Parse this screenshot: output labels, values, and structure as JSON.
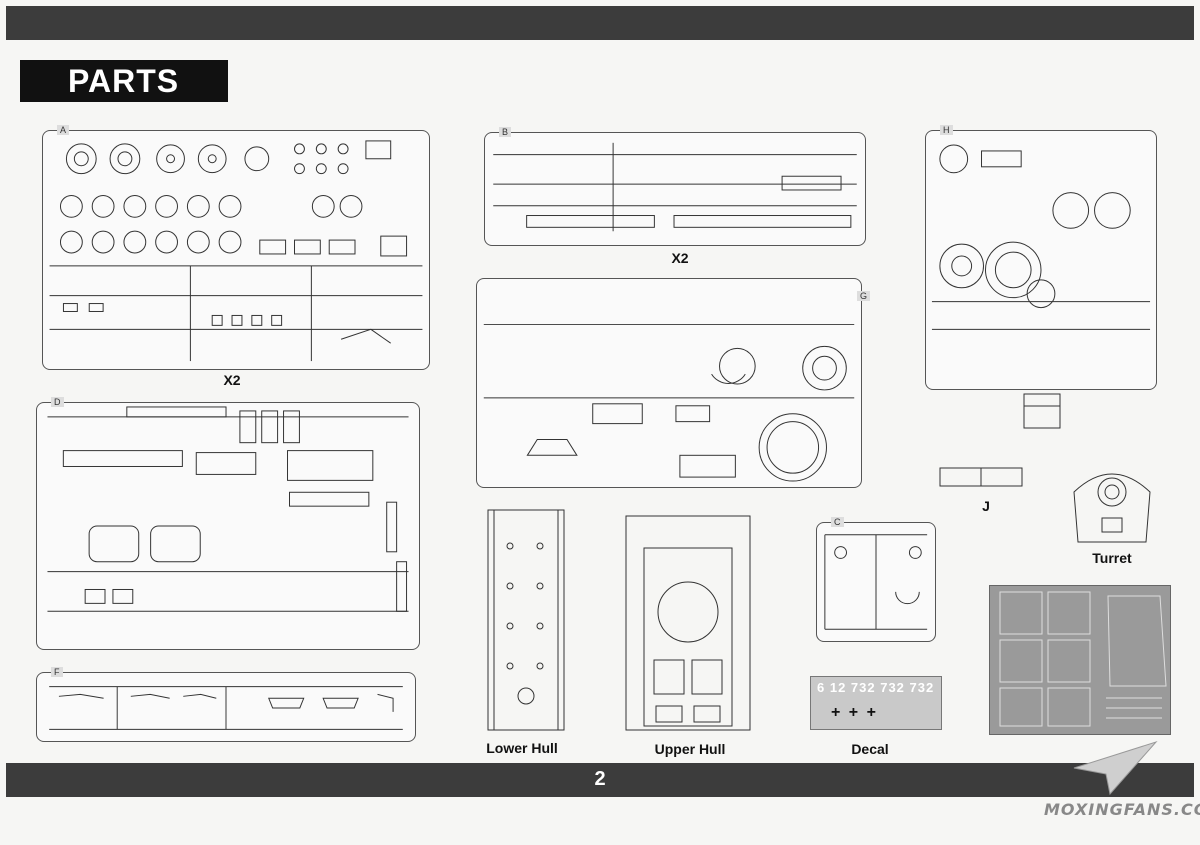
{
  "header": {
    "title": "PARTS"
  },
  "sprues": {
    "A": {
      "letter": "A",
      "multiplier": "X2"
    },
    "B": {
      "letter": "B",
      "multiplier": "X2"
    },
    "H": {
      "letter": "H"
    },
    "D": {
      "letter": "D"
    },
    "F": {
      "letter": "F"
    },
    "G": {
      "letter": "G"
    },
    "C": {
      "letter": "C"
    }
  },
  "labels": {
    "j": "J",
    "turret": "Turret",
    "lower_hull": "Lower Hull",
    "upper_hull": "Upper Hull",
    "decal": "Decal"
  },
  "decal": {
    "top_text": "6 12 732 732 732",
    "crosses": "+ + +"
  },
  "footer": {
    "page_number": "2"
  },
  "watermark": {
    "text": "MOXINGFANS.COM"
  }
}
